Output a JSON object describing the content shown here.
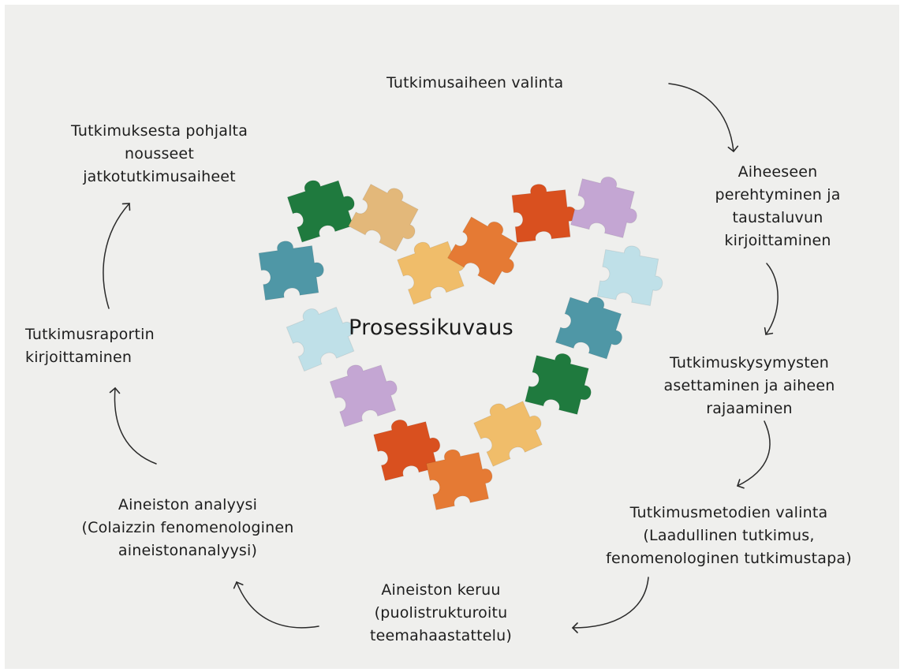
{
  "center_title": "Prosessikuvaus",
  "steps": [
    {
      "id": "topic",
      "lines": [
        "Tutkimusaiheen valinta"
      ]
    },
    {
      "id": "background",
      "lines": [
        "Aiheeseen",
        "perehtyminen ja",
        "taustaluvun",
        "kirjoittaminen"
      ]
    },
    {
      "id": "questions",
      "lines": [
        "Tutkimuskysymysten",
        "asettaminen ja aiheen",
        "rajaaminen"
      ]
    },
    {
      "id": "methods",
      "lines": [
        "Tutkimusmetodien valinta",
        "(Laadullinen tutkimus,",
        "fenomenologinen tutkimustapa)"
      ]
    },
    {
      "id": "collection",
      "lines": [
        "Aineiston keruu",
        "(puolistrukturoitu",
        "teemahaastattelu)"
      ]
    },
    {
      "id": "analysis",
      "lines": [
        "Aineiston analyysi",
        "(Colaizzin fenomenologinen",
        "aineistonanalyysi)"
      ]
    },
    {
      "id": "report",
      "lines": [
        "Tutkimusraportin",
        "kirjoittaminen"
      ]
    },
    {
      "id": "further",
      "lines": [
        "Tutkimuksesta pohjalta",
        "nousseet",
        "jatkotutkimusaiheet"
      ]
    }
  ],
  "colors": {
    "background": "#efefed",
    "text": "#1d1d1d",
    "arrow": "#2a2a2a",
    "dark_green": "#1f7a3e",
    "sand": "#e3b87a",
    "yellow": "#f0bd6a",
    "orange": "#e57a34",
    "red_orange": "#d9501f",
    "lavender": "#c4a6d3",
    "light_blue": "#bfe0e8",
    "teal": "#4f97a6"
  }
}
